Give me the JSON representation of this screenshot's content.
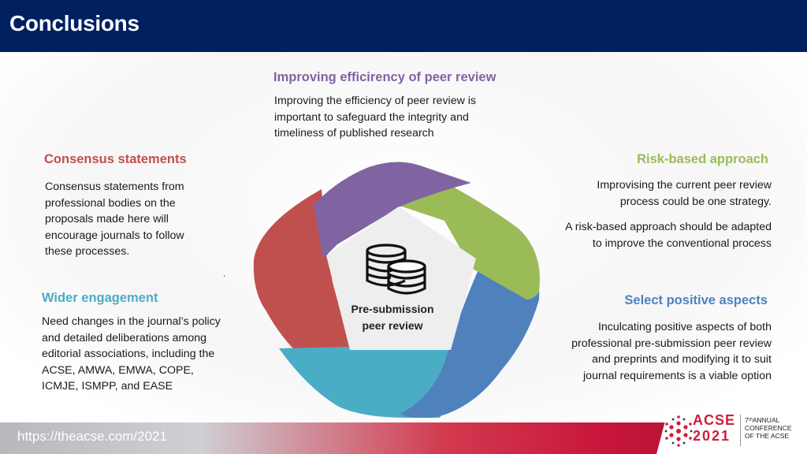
{
  "header": {
    "title": "Conclusions"
  },
  "top": {
    "title": "Improving efficirency of peer review",
    "body": "Improving the efficiency of peer review is important to safeguard the integrity and timeliness of published research"
  },
  "left_top": {
    "title": "Consensus statements",
    "body": "Consensus statements from professional bodies on the proposals made here will encourage journals to follow these processes."
  },
  "left_bottom": {
    "title": "Wider engagement",
    "body": "Need changes in the journal’s policy and detailed deliberations among editorial associations, including the ACSE, AMWA, EMWA, COPE, ICMJE, ISMPP, and EASE"
  },
  "right_top": {
    "title": "Risk-based approach",
    "body1": "Improvising the current peer review process could be one strategy.",
    "body2": "A risk-based approach should be adapted to improve the conventional process"
  },
  "right_bottom": {
    "title": "Select positive aspects",
    "body": "Inculcating positive aspects of both professional pre-submission peer review and preprints and modifying it to suit journal requirements is a viable option"
  },
  "center": {
    "label": "Pre-submission peer review",
    "icon": "coins-icon"
  },
  "stray_mark": ".",
  "footer": {
    "url": "https://theacse.com/2021"
  },
  "badge": {
    "acse": "ACSE",
    "year": "2021",
    "annual_line1": "7ᵗʰANNUAL",
    "annual_line2": "CONFERENCE",
    "annual_line3": "OF THE ACSE"
  },
  "colors": {
    "header": "#002060",
    "purple": "#8064a2",
    "green": "#9bbb59",
    "blue": "#4f81bd",
    "teal": "#4bacc6",
    "red": "#c0504d",
    "acse_red": "#d11d3b"
  }
}
